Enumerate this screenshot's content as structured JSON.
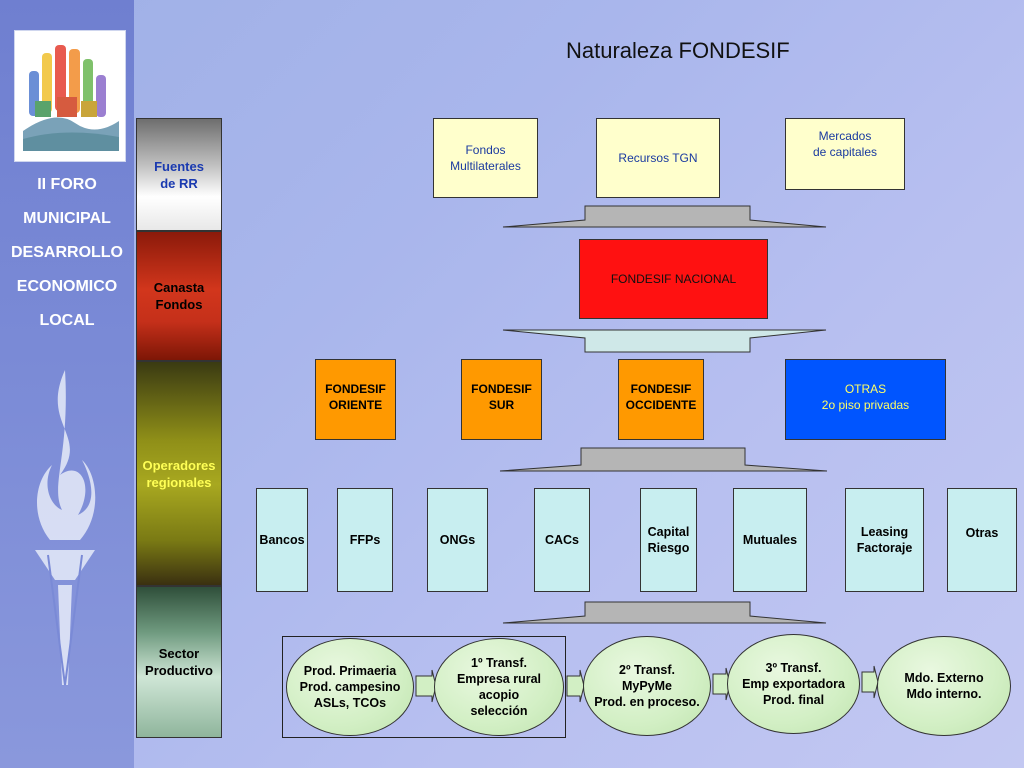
{
  "sidebar": {
    "forum_lines": [
      "II FORO",
      "MUNICIPAL",
      "DESARROLLO",
      "ECONOMICO",
      "LOCAL"
    ]
  },
  "title": "Naturaleza FONDESIF",
  "levels": [
    {
      "label": "Fuentes\nde RR",
      "color": "#1a3ab0"
    },
    {
      "label": "Canasta\nFondos",
      "color": "#000000"
    },
    {
      "label": "Operadores\nregionales",
      "color": "#ffff55"
    },
    {
      "label": "Sector\nProductivo",
      "color": "#000000"
    }
  ],
  "sources": [
    "Fondos\nMultilaterales",
    "Recursos TGN",
    "Mercados\nde capitales"
  ],
  "national": "FONDESIF NACIONAL",
  "regional": [
    "FONDESIF\nORIENTE",
    "FONDESIF\nSUR",
    "FONDESIF\nOCCIDENTE",
    "OTRAS\n2o piso privadas"
  ],
  "institutions": [
    "Bancos",
    "FFPs",
    "ONGs",
    "CACs",
    "Capital\nRiesgo",
    "Mutuales",
    "Leasing\nFactoraje",
    "Otras"
  ],
  "chain": [
    "Prod. Primaeria\nProd. campesino\nASLs, TCOs",
    "1º Transf.\nEmpresa rural\nacopio\nselección",
    "2º Transf.\nMyPyMe\nProd. en proceso.",
    "3º Transf.\nEmp exportadora\nProd. final",
    "Mdo. Externo\nMdo interno."
  ]
}
